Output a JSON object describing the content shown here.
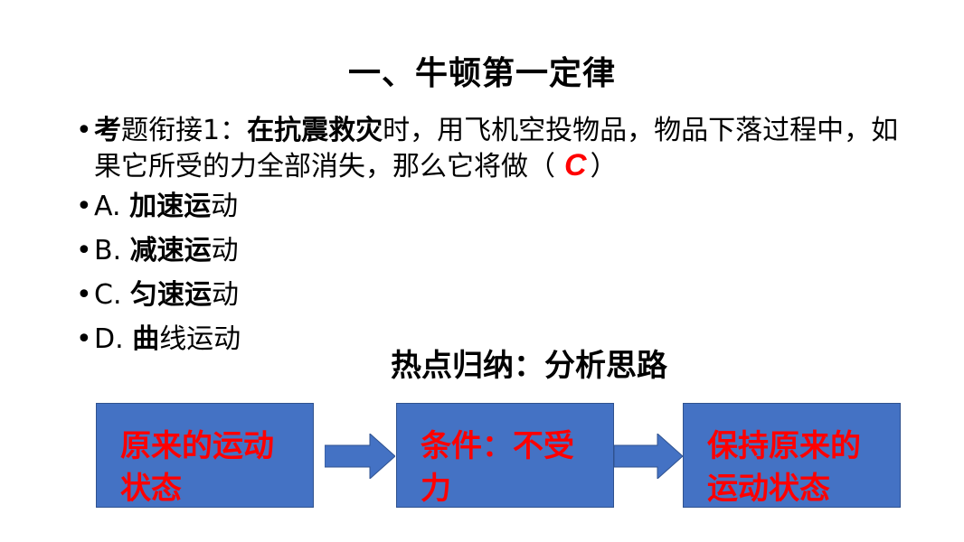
{
  "title": "一、牛顿第一定律",
  "question": {
    "prefix": "考",
    "title": "题衔接1：",
    "emphasis": "在抗震救灾",
    "text": "时，用飞机空投物品，物品下落过程中，如果它所受的力全部消失，那么它将做（",
    "answer": "C",
    "close": "）"
  },
  "options": [
    {
      "letter": "A. ",
      "bold": "加速运",
      "plain": "动"
    },
    {
      "letter": "B. ",
      "bold": "减速运",
      "plain": "动"
    },
    {
      "letter": "C. ",
      "bold": "匀速运",
      "plain": "动"
    },
    {
      "letter": "D. ",
      "bold": "曲",
      "plain": "线运动"
    }
  ],
  "summary_heading": "热点归纳：分析思路",
  "flow": [
    {
      "label": "原来的运动状态"
    },
    {
      "label": "条件：不受力"
    },
    {
      "label": "保持原来的运动状态"
    }
  ],
  "colors": {
    "box_fill": "#4472c4",
    "box_text": "#ff0000",
    "answer": "#ff0000"
  },
  "icons": {
    "arrow": "arrow-right-icon"
  }
}
